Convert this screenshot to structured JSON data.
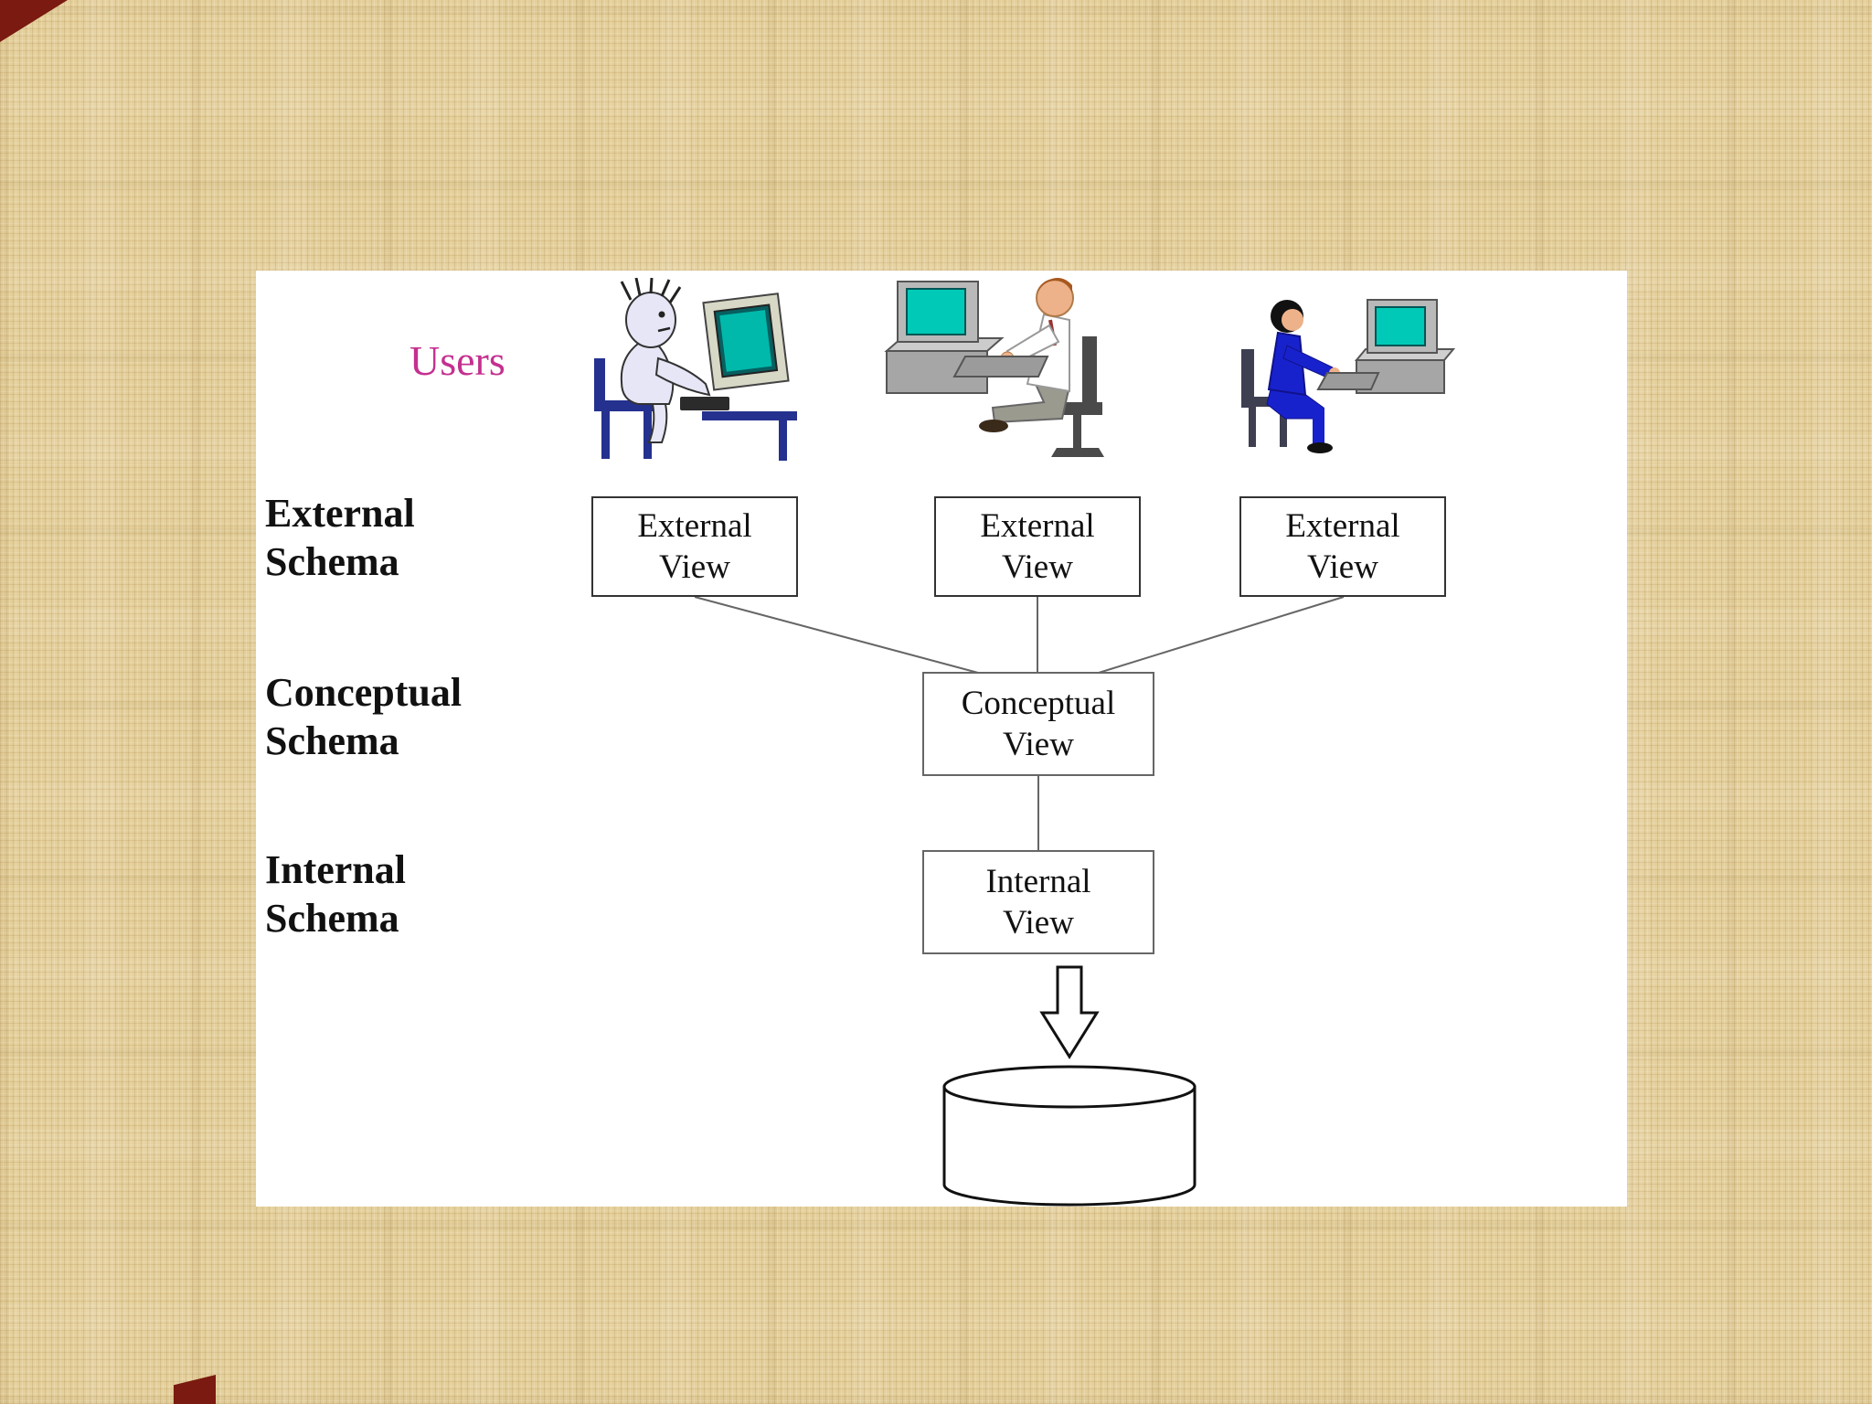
{
  "colors": {
    "background": "#e4cf9b",
    "panel": "#ffffff",
    "users-label": "#c4308f",
    "diagram-text": "#111111",
    "box-border": "#333333",
    "midbox-border": "#666666",
    "screen-teal": "#00c9b7"
  },
  "labels": {
    "users": "Users",
    "external_schema": {
      "line1": "External",
      "line2": "Schema"
    },
    "conceptual_schema": {
      "line1": "Conceptual",
      "line2": "Schema"
    },
    "internal_schema": {
      "line1": "Internal",
      "line2": "Schema"
    }
  },
  "boxes": {
    "external_views": [
      {
        "line1": "External",
        "line2": "View"
      },
      {
        "line1": "External",
        "line2": "View"
      },
      {
        "line1": "External",
        "line2": "View"
      }
    ],
    "conceptual_view": {
      "line1": "Conceptual",
      "line2": "View"
    },
    "internal_view": {
      "line1": "Internal",
      "line2": "View"
    }
  }
}
